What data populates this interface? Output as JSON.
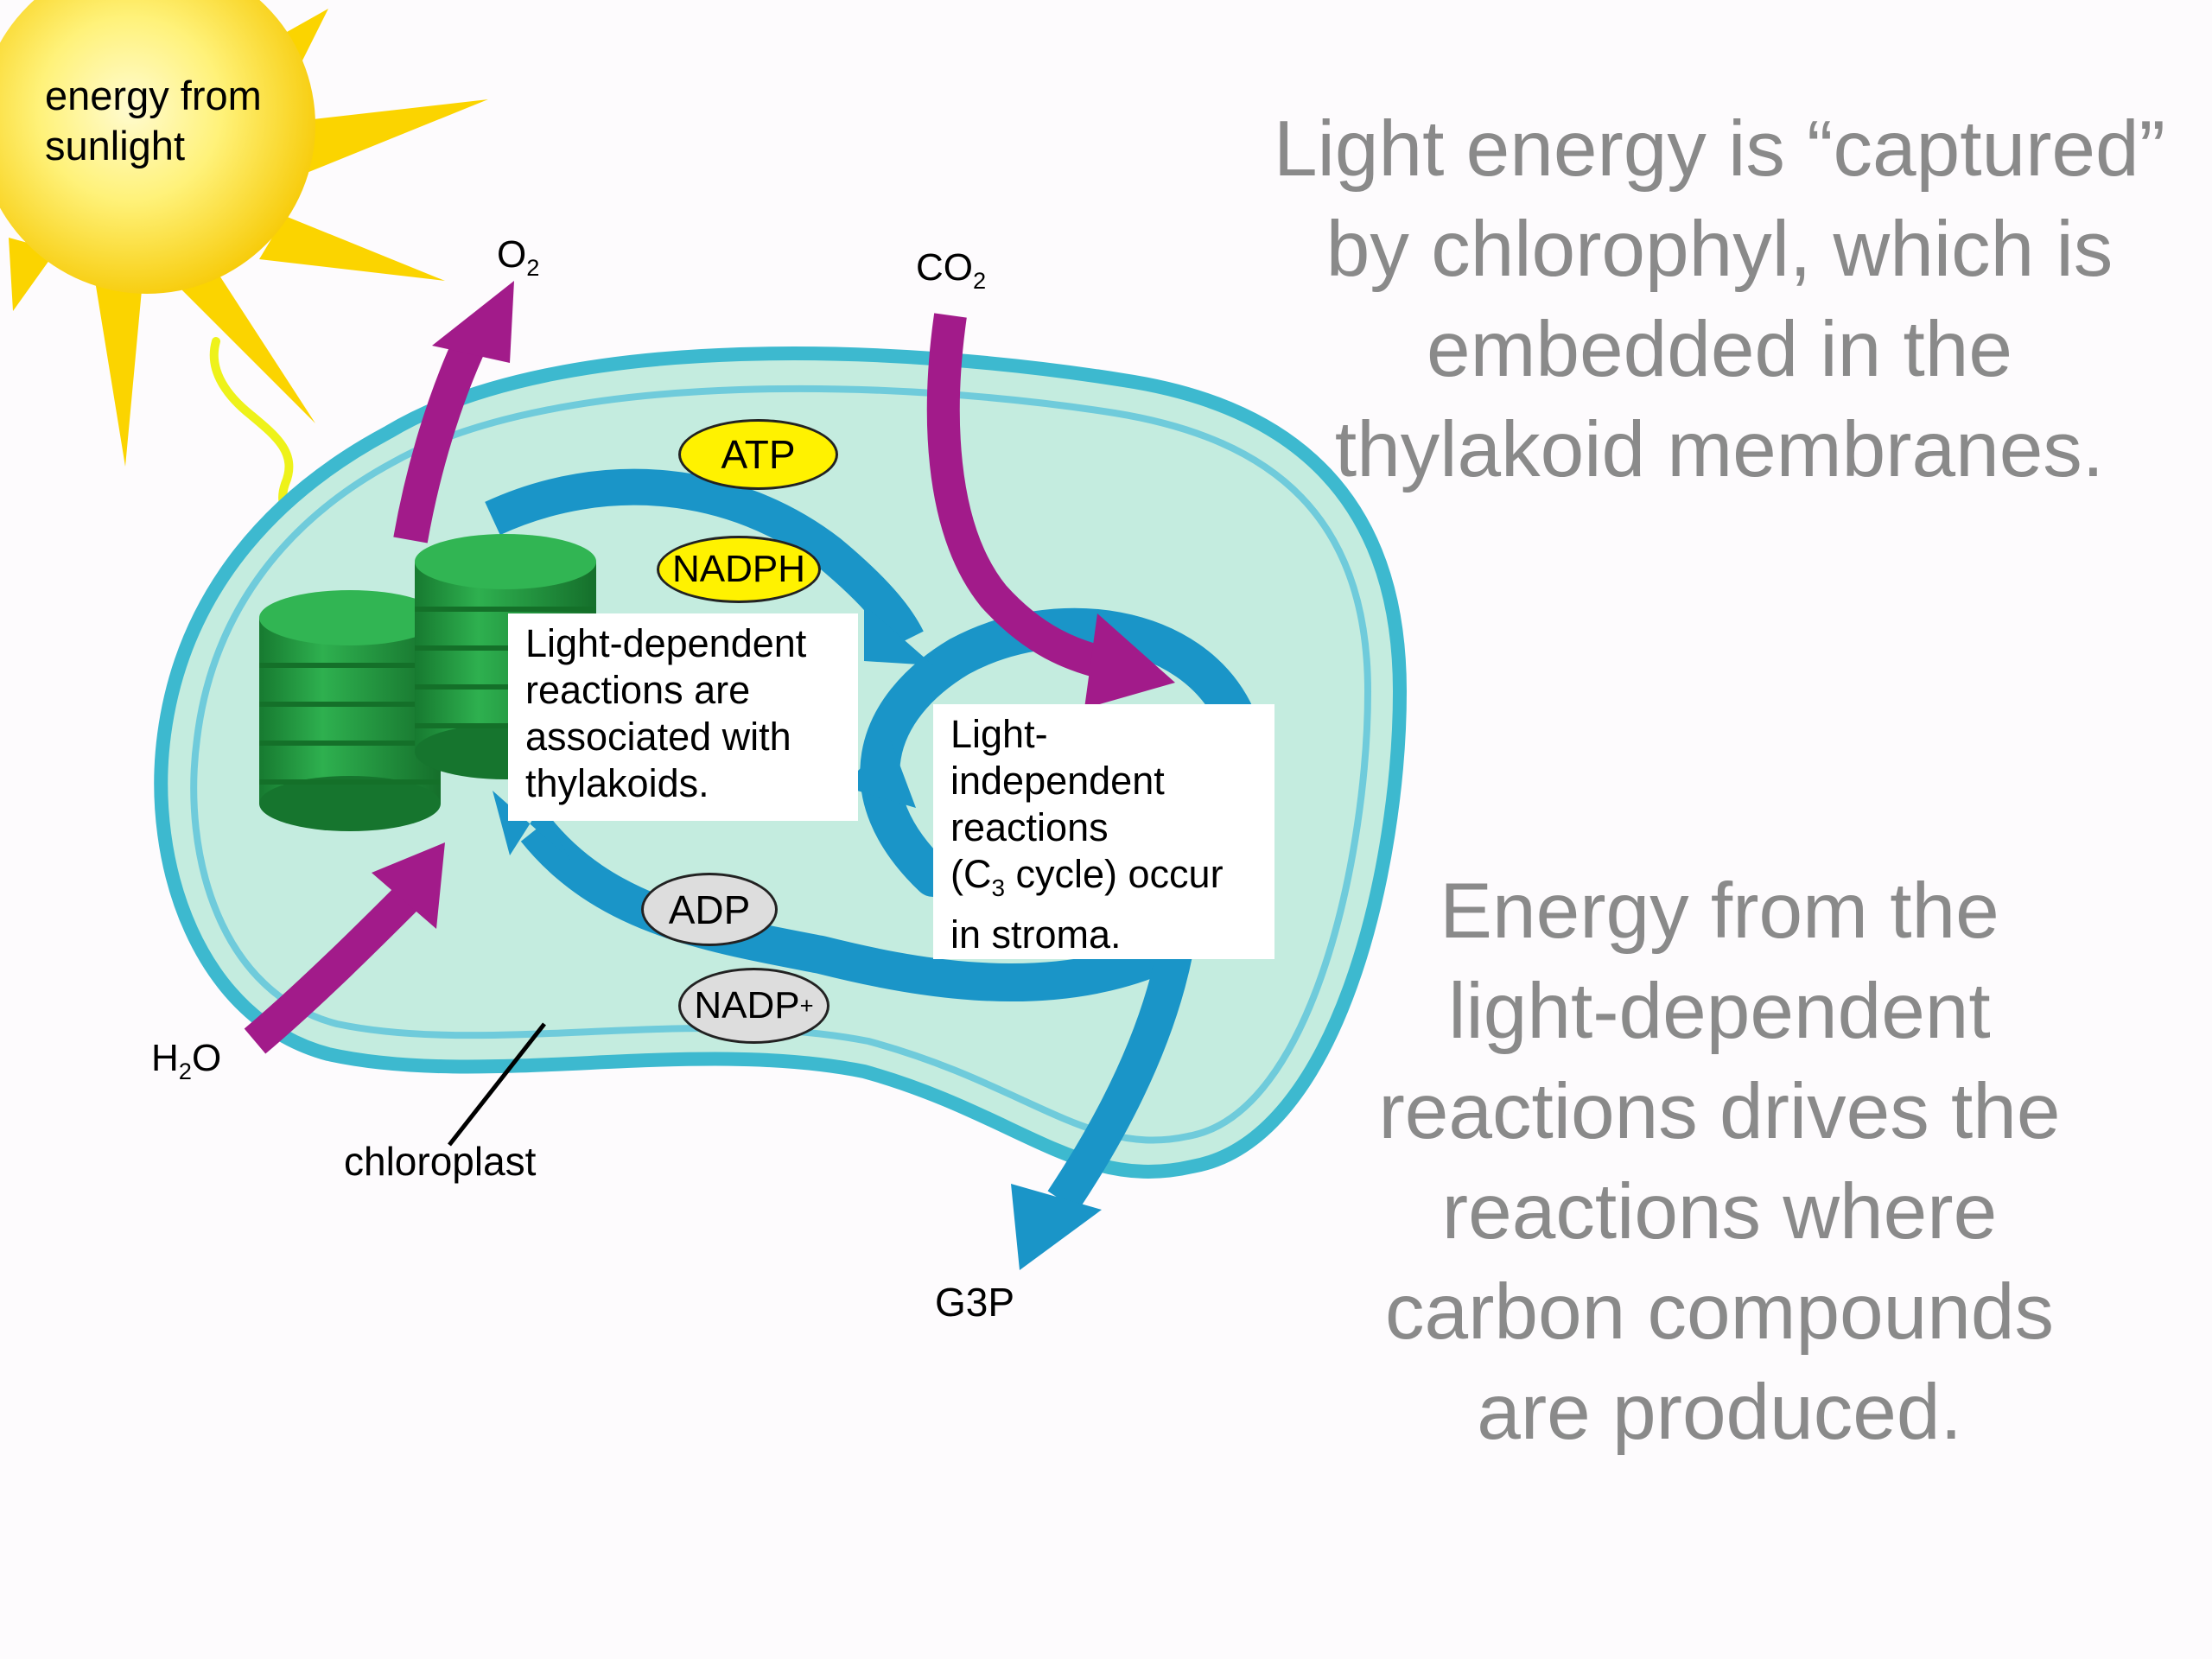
{
  "diagram": {
    "sun_label": [
      "energy from",
      "sunlight"
    ],
    "o2_label": "O",
    "o2_sub": "2",
    "co2_label": "CO",
    "co2_sub": "2",
    "h2o_label_h": "H",
    "h2o_sub": "2",
    "h2o_label_o": "O",
    "chloroplast_label": "chloroplast",
    "g3p_label": "G3P",
    "atp_label": "ATP",
    "nadph_label": "NADPH",
    "adp_label": "ADP",
    "nadp_label": "NADP",
    "nadp_sup": "+",
    "light_dependent_box": [
      "Light-dependent",
      "reactions are",
      "associated with",
      "thylakoids."
    ],
    "light_independent_box": {
      "lines": [
        "Light-",
        "independent",
        "reactions"
      ],
      "c3_open": "(C",
      "c3_sub": "3",
      "c3_rest": " cycle) occur",
      "last": "in stroma."
    }
  },
  "side_text": {
    "top": [
      "Light energy is “captured”",
      "by chlorophyl, which is",
      "embedded in the",
      "thylakoid membranes."
    ],
    "bottom": [
      "Energy from the",
      "light-dependent",
      "reactions drives the",
      "reactions where",
      "carbon compounds",
      "are produced."
    ]
  },
  "colors": {
    "stroma": "#c4ecdf",
    "membrane": "#3db9cf",
    "cycle_arrow": "#1a95c8",
    "gas_arrow": "#a21b8a",
    "thylakoid": "#1f9a3e",
    "sun": "#fbd400",
    "atp_fill": "#fff200",
    "adp_fill": "#dddddd",
    "side_text": "#8a8a8a"
  }
}
